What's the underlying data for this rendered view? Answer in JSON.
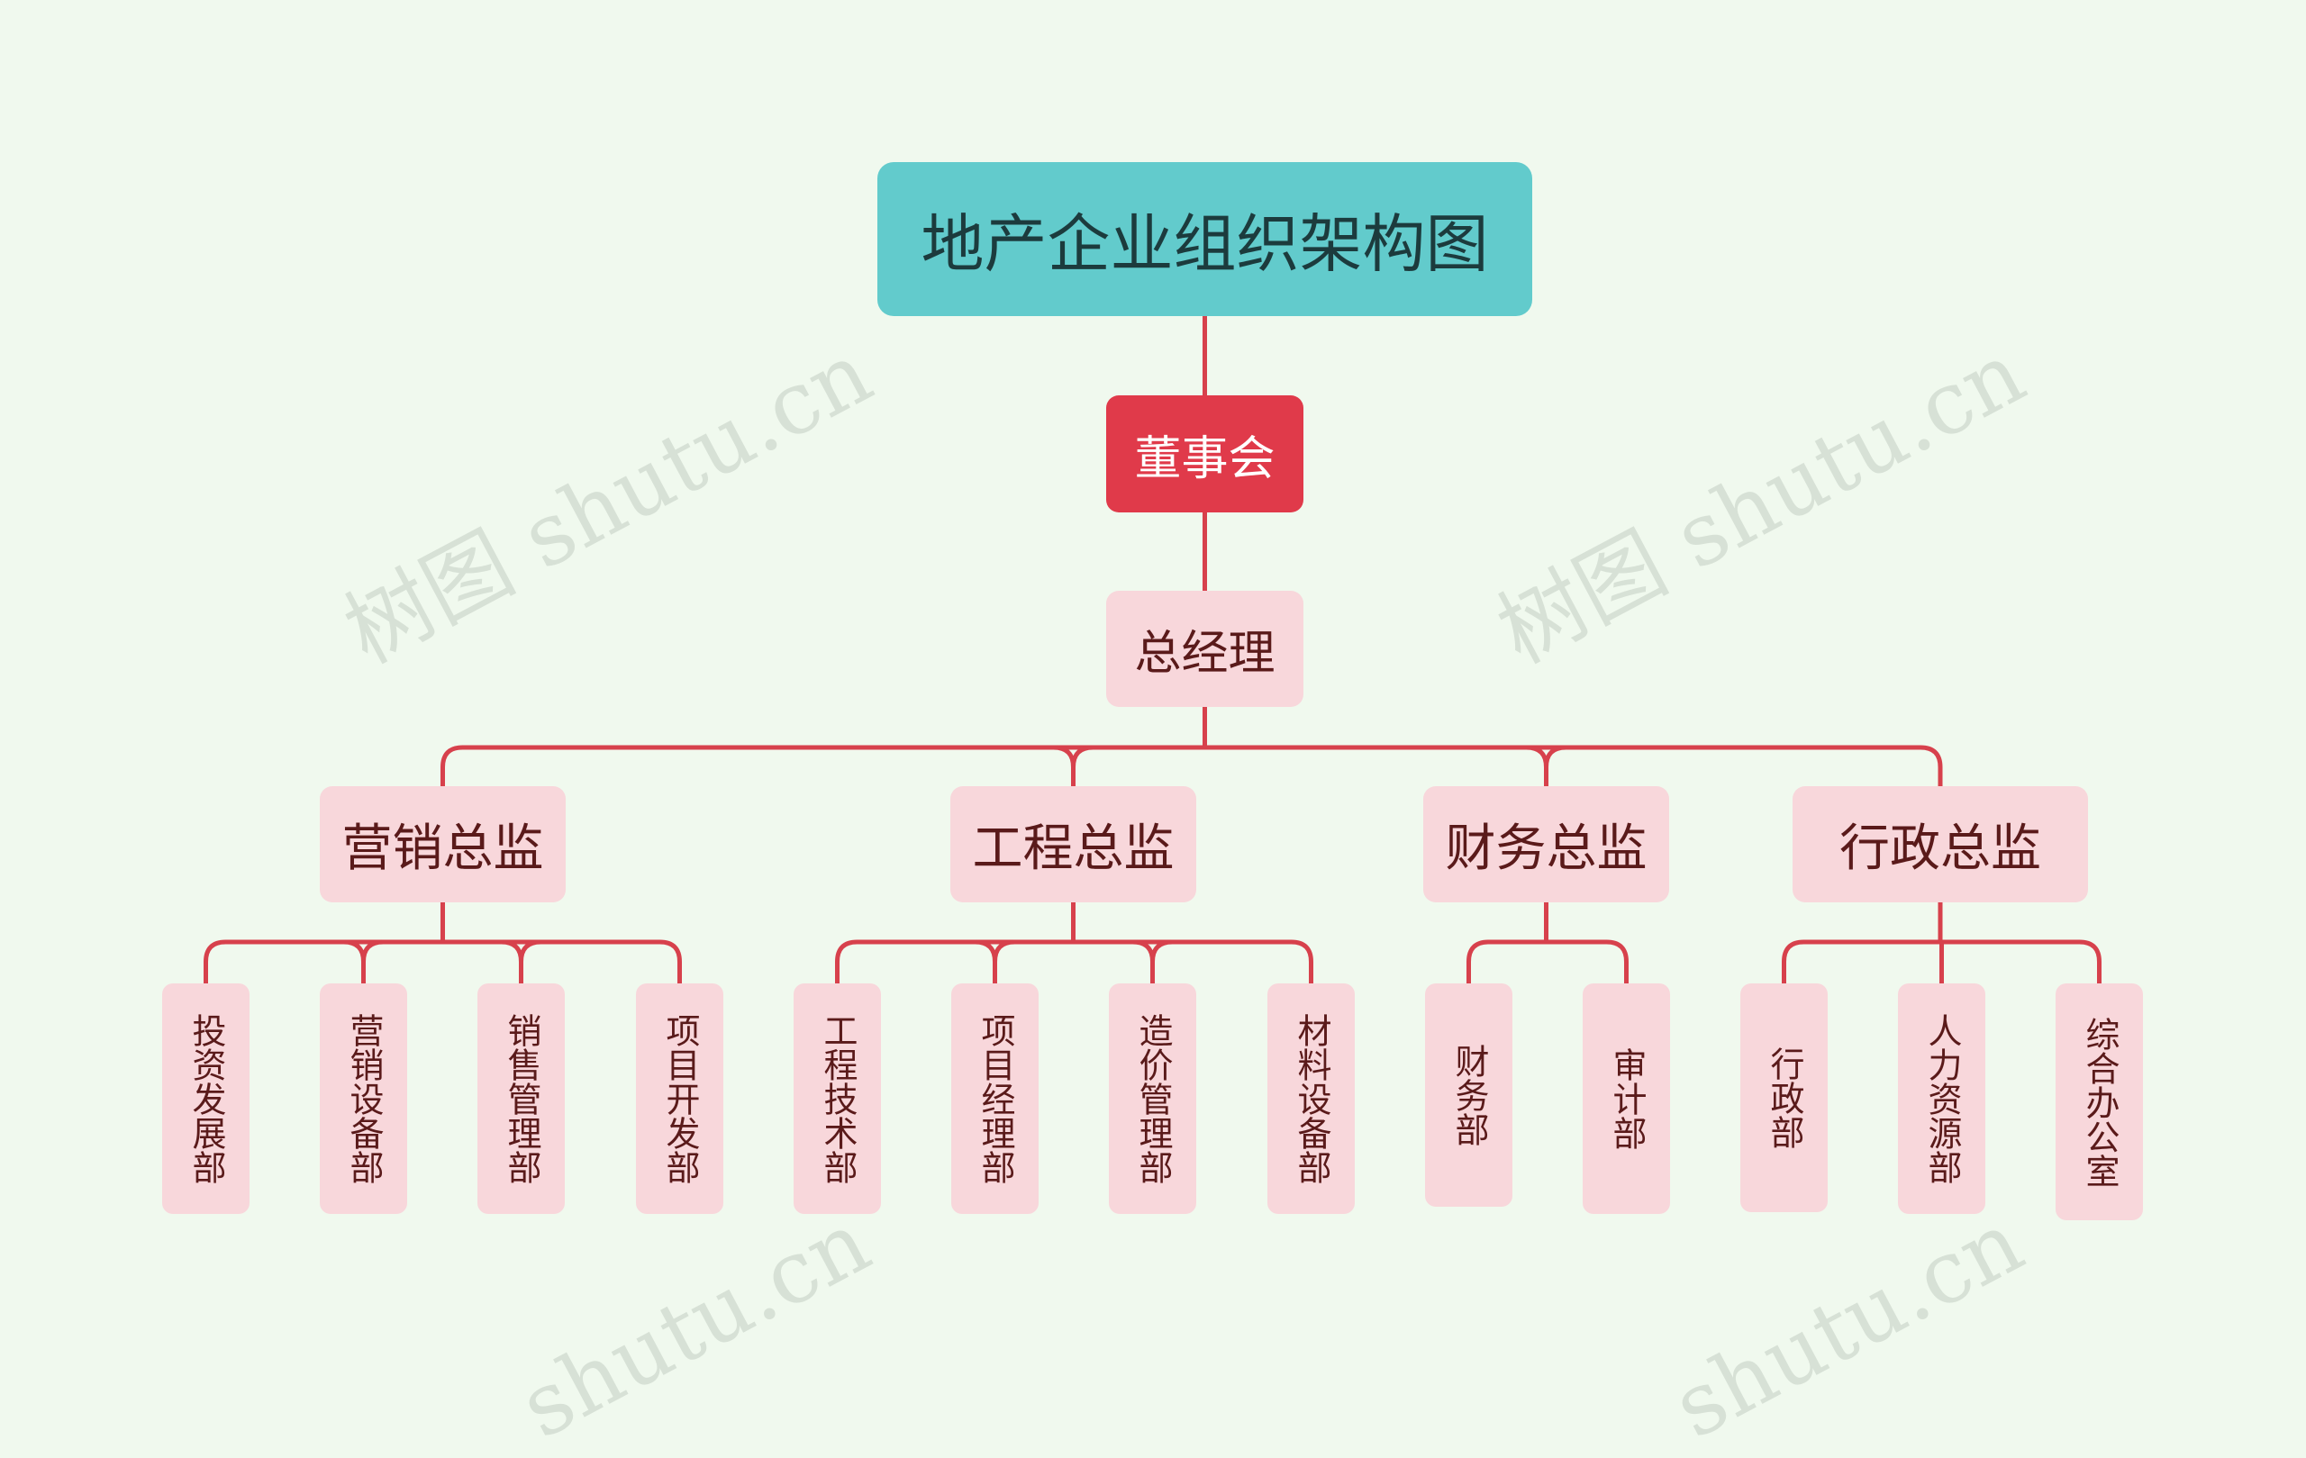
{
  "root": {
    "label": "地产企业组织架构图"
  },
  "board": {
    "label": "董事会"
  },
  "gm": {
    "label": "总经理"
  },
  "directors": [
    {
      "label": "营销总监",
      "departments": [
        "投资发展部",
        "营销设备部",
        "销售管理部",
        "项目开发部"
      ]
    },
    {
      "label": "工程总监",
      "departments": [
        "工程技术部",
        "项目经理部",
        "造价管理部",
        "材料设备部"
      ]
    },
    {
      "label": "财务总监",
      "departments": [
        "财务部",
        "审计部"
      ]
    },
    {
      "label": "行政总监",
      "departments": [
        "行政部",
        "人力资源部",
        "综合办公室"
      ]
    }
  ],
  "watermarks": [
    "树图 shutu.cn",
    "树图 shutu.cn",
    "shutu.cn",
    "shutu.cn"
  ],
  "colors": {
    "line": "#d7414c",
    "root": "#62cbcc",
    "board": "#e03a4a",
    "node": "#f8d7db",
    "background": "#f0f9ee"
  }
}
